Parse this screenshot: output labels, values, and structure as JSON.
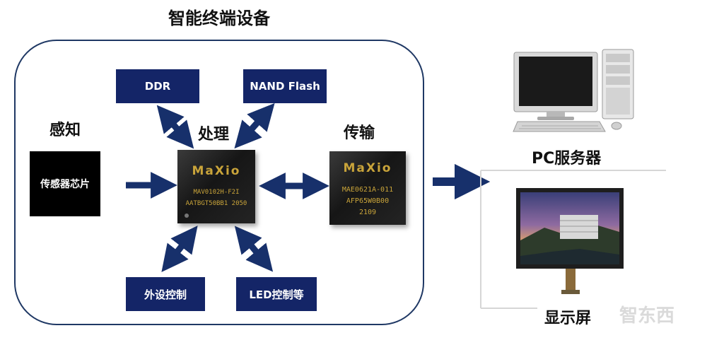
{
  "title": "智能终端设备",
  "stages": {
    "sense": "感知",
    "process": "处理",
    "transmit": "传输"
  },
  "boxes": {
    "ddr": "DDR",
    "nand": "NAND Flash",
    "sensor": "传感器芯片",
    "peripheral": "外设控制",
    "led": "LED控制等"
  },
  "chip_main": {
    "logo": "MaXio",
    "line1": "MAV0102H-F2I",
    "line2": "AATBGT50BB1 2050"
  },
  "chip_trans": {
    "logo": "MaXio",
    "line1": "MAE0621A-011",
    "line2": "AFP65W0B00",
    "line3": "2109"
  },
  "outputs": {
    "pc": "PC服务器",
    "display": "显示屏"
  },
  "watermark": "智东西",
  "colors": {
    "navy": "#142567",
    "arrow": "#17306b",
    "border": "#1f3864"
  }
}
